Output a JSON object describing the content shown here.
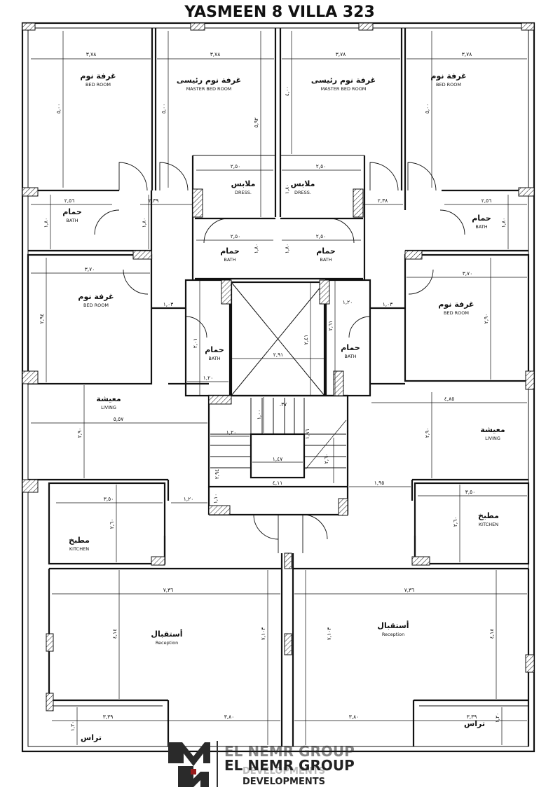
{
  "title": "YASMEEN 8 VILLA 323",
  "rooms": [
    {
      "id": "bed-tl",
      "ar": "غرفة نوم",
      "en": "BED ROOM"
    },
    {
      "id": "master-l",
      "ar": "غرفة نوم رئيسى",
      "en": "MASTER BED ROOM"
    },
    {
      "id": "master-r",
      "ar": "غرفة نوم رئيسى",
      "en": "MASTER BED ROOM"
    },
    {
      "id": "bed-tr",
      "ar": "غرفة نوم",
      "en": "BED ROOM"
    },
    {
      "id": "dress-l",
      "ar": "ملابس",
      "en": "DRESS."
    },
    {
      "id": "dress-r",
      "ar": "ملابس",
      "en": "DRESS."
    },
    {
      "id": "bath-l1",
      "ar": "حمام",
      "en": "BATH"
    },
    {
      "id": "bath-r1",
      "ar": "حمام",
      "en": "BATH"
    },
    {
      "id": "bath-l2",
      "ar": "حمام",
      "en": "BATH"
    },
    {
      "id": "bath-r2",
      "ar": "حمام",
      "en": "BATH"
    },
    {
      "id": "bed-ml",
      "ar": "غرفة نوم",
      "en": "BED ROOM"
    },
    {
      "id": "bed-mr",
      "ar": "غرفة نوم",
      "en": "BED ROOM"
    },
    {
      "id": "bath-l3",
      "ar": "حمام",
      "en": "BATH"
    },
    {
      "id": "bath-r3",
      "ar": "حمام",
      "en": "BATH"
    },
    {
      "id": "living-l",
      "ar": "معيشة",
      "en": "LIVING"
    },
    {
      "id": "living-r",
      "ar": "معيشة",
      "en": "LIVING"
    },
    {
      "id": "kitchen-l",
      "ar": "مطبخ",
      "en": "KITCHEN"
    },
    {
      "id": "kitchen-r",
      "ar": "مطبخ",
      "en": "KITCHEN"
    },
    {
      "id": "recep-l",
      "ar": "أستقبال",
      "en": "Reception"
    },
    {
      "id": "recep-r",
      "ar": "أستقبال",
      "en": "Reception"
    },
    {
      "id": "terrace-l",
      "ar": "تراس",
      "en": ""
    },
    {
      "id": "terrace-r",
      "ar": "تراس",
      "en": ""
    }
  ],
  "dimensions": {
    "d01": "٣,٧٨",
    "d02": "٣,٧٨",
    "d03": "٣,٧٨",
    "d04": "٣,٧٨",
    "d05": "٥,٠٠",
    "d06": "٥,٠٠",
    "d07": "٥,٩٢",
    "d08": "٤,٠٠",
    "d09": "٥,٠٠",
    "d10": "٢,٥٠",
    "d11": "٢,٥٠",
    "d12": "١,٨٠",
    "d13": "٢,٥٦",
    "d14": "٢,٣٩",
    "d15": "٢,٣٨",
    "d16": "٢,٥٦",
    "d17": "١,٨٠",
    "d18": "١,٨٠",
    "d19": "١,٨٠",
    "d20": "٢,٥٠",
    "d21": "٢,٥٠",
    "d22": "١,٨٠",
    "d23": "١,٨٠",
    "d24": "٣,٧٠",
    "d25": "٣,٧٠",
    "d26": "٢,٩٤",
    "d27": "٢,٩٠",
    "d28": "١,٠٣",
    "d29": "١,٠٣",
    "d30": "١,٢٠",
    "d31": "٢,٦١",
    "d32": "٢,٤١",
    "d33": "٢,٩١",
    "d34": "٢,٠١",
    "d35": "١,٢٠",
    "d36": "٥,٥٧",
    "d37": "٢,٩٠",
    "d38": "٤,٨٥",
    "d39": "٢,٩٠",
    "d40": ".٣٧",
    "d41": "١,٠٠",
    "d42": "١,٢٠",
    "d43": "١,٩٦",
    "d44": "١,٤٧",
    "d45": "٢,٦٠",
    "d46": "٢,٩٤",
    "d47": "٤,١١",
    "d48": "١,١٠",
    "d49": "١,٩٥",
    "d50": "٣,٥٠",
    "d51": "١,٢٠",
    "d52": "٣,٥٠",
    "d53": "٢,٦٠",
    "d54": "٢,٦٠",
    "d55": "٧,٣٦",
    "d56": "٧,٣٦",
    "d57": "٤,١٤",
    "d58": "٧,١٠٣",
    "d59": "٧,١٠٣",
    "d60": "٤,١٨",
    "d61": "٣,٣٩",
    "d62": "٣,٨٠",
    "d63": "٣,٨٠",
    "d64": "٣,٣٩",
    "d65": "١,٢٠",
    "d66": "١,٢٠"
  },
  "brand": {
    "line1": "EL NEMR GROUP",
    "line2": "DEVELOPMENTS"
  }
}
